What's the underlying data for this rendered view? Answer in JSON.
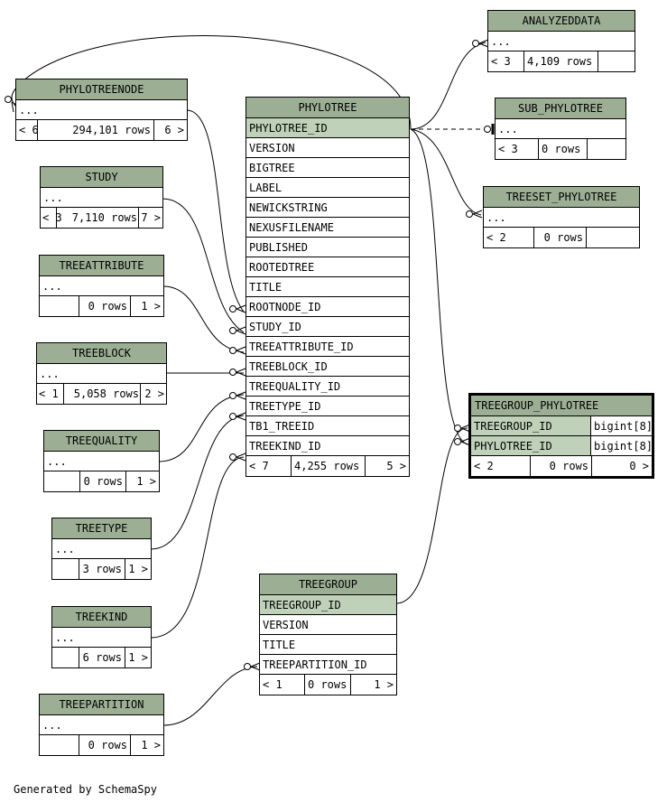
{
  "footer": "Generated by SchemaSpy",
  "tables": {
    "phylotreenode": {
      "name": "PHYLOTREENODE",
      "body": "...",
      "parents": "< 6",
      "rows": "294,101 rows",
      "children": "6 >"
    },
    "study": {
      "name": "STUDY",
      "body": "...",
      "parents": "< 3",
      "rows": "7,110 rows",
      "children": "7 >"
    },
    "treeattribute": {
      "name": "TREEATTRIBUTE",
      "body": "...",
      "parents": "",
      "rows": "0 rows",
      "children": "1 >"
    },
    "treeblock": {
      "name": "TREEBLOCK",
      "body": "...",
      "parents": "< 1",
      "rows": "5,058 rows",
      "children": "2 >"
    },
    "treequality": {
      "name": "TREEQUALITY",
      "body": "...",
      "parents": "",
      "rows": "0 rows",
      "children": "1 >"
    },
    "treetype": {
      "name": "TREETYPE",
      "body": "...",
      "parents": "",
      "rows": "3 rows",
      "children": "1 >"
    },
    "treekind": {
      "name": "TREEKIND",
      "body": "...",
      "parents": "",
      "rows": "6 rows",
      "children": "1 >"
    },
    "treepartition": {
      "name": "TREEPARTITION",
      "body": "...",
      "parents": "",
      "rows": "0 rows",
      "children": "1 >"
    },
    "phylotree": {
      "name": "PHYLOTREE",
      "pk": "PHYLOTREE_ID",
      "columns": [
        "VERSION",
        "BIGTREE",
        "LABEL",
        "NEWICKSTRING",
        "NEXUSFILENAME",
        "PUBLISHED",
        "ROOTEDTREE",
        "TITLE",
        "ROOTNODE_ID",
        "STUDY_ID",
        "TREEATTRIBUTE_ID",
        "TREEBLOCK_ID",
        "TREEQUALITY_ID",
        "TREETYPE_ID",
        "TB1_TREEID",
        "TREEKIND_ID"
      ],
      "parents": "< 7",
      "rows": "4,255 rows",
      "children": "5 >"
    },
    "analyzeddata": {
      "name": "ANALYZEDDATA",
      "body": "...",
      "parents": "< 3",
      "rows": "4,109 rows",
      "children": ""
    },
    "sub_phylotree": {
      "name": "SUB_PHYLOTREE",
      "body": "...",
      "parents": "< 3",
      "rows": "0 rows",
      "children": ""
    },
    "treeset_phylotree": {
      "name": "TREESET_PHYLOTREE",
      "body": "...",
      "parents": "< 2",
      "rows": "0 rows",
      "children": ""
    },
    "treegroup_phylotree": {
      "name": "TREEGROUP_PHYLOTREE",
      "columns": [
        {
          "name": "TREEGROUP_ID",
          "type": "bigint[8]"
        },
        {
          "name": "PHYLOTREE_ID",
          "type": "bigint[8]"
        }
      ],
      "parents": "< 2",
      "rows": "0 rows",
      "children": "0 >"
    },
    "treegroup": {
      "name": "TREEGROUP",
      "pk": "TREEGROUP_ID",
      "columns": [
        "VERSION",
        "TITLE",
        "TREEPARTITION_ID"
      ],
      "parents": "< 1",
      "rows": "0 rows",
      "children": "1 >"
    }
  },
  "colors": {
    "header": "#9caf94",
    "key_column": "#bfd1b8",
    "line": "#000000",
    "background": "#ffffff"
  }
}
